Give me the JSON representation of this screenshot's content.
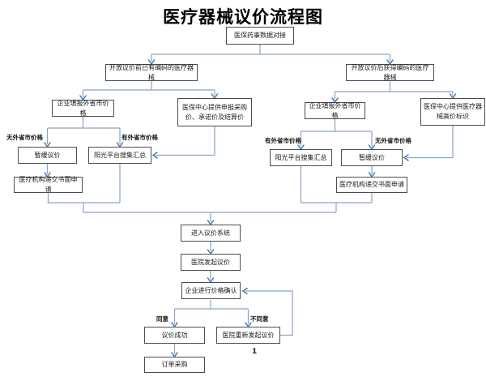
{
  "title": "医疗器械议价流程图",
  "page_number": "1",
  "colors": {
    "connector": "#8aa5c2",
    "arrowhead": "#4273ad",
    "box_border": "#4d4d4d"
  },
  "nodes": {
    "data_link": "医保药事数据对接",
    "left_root": "开放议价前已有编码的医疗器械",
    "right_root": "开放议价后获得编码的医疗器械",
    "left_enterprise": "企业填报外省市价格",
    "left_center": "医保中心提供申报采购价、承诺价及结算价",
    "right_enterprise": "企业填报外省市价格",
    "right_center": "医保中心提供医疗器械高价标识",
    "left_suspend": "暂缓议价",
    "left_platform": "阳光平台搜集汇总",
    "right_platform": "阳光平台搜集汇总",
    "right_suspend": "暂缓议价",
    "left_apply": "医疗机构递交书面申请",
    "right_apply": "医疗机构递交书面申请",
    "enter_system": "进入议价系统",
    "hospital_initiate": "医院发起议价",
    "price_confirm": "企业进行价格确认",
    "success": "议价成功",
    "re_initiate": "医院重新发起议价",
    "order": "订单采购"
  },
  "edge_labels": {
    "left_no_price": "无外省市价格",
    "left_has_price": "有外省市价格",
    "right_has_price": "有外省市价格",
    "right_no_price": "无外省市价格",
    "agree": "同意",
    "disagree": "不同意"
  }
}
